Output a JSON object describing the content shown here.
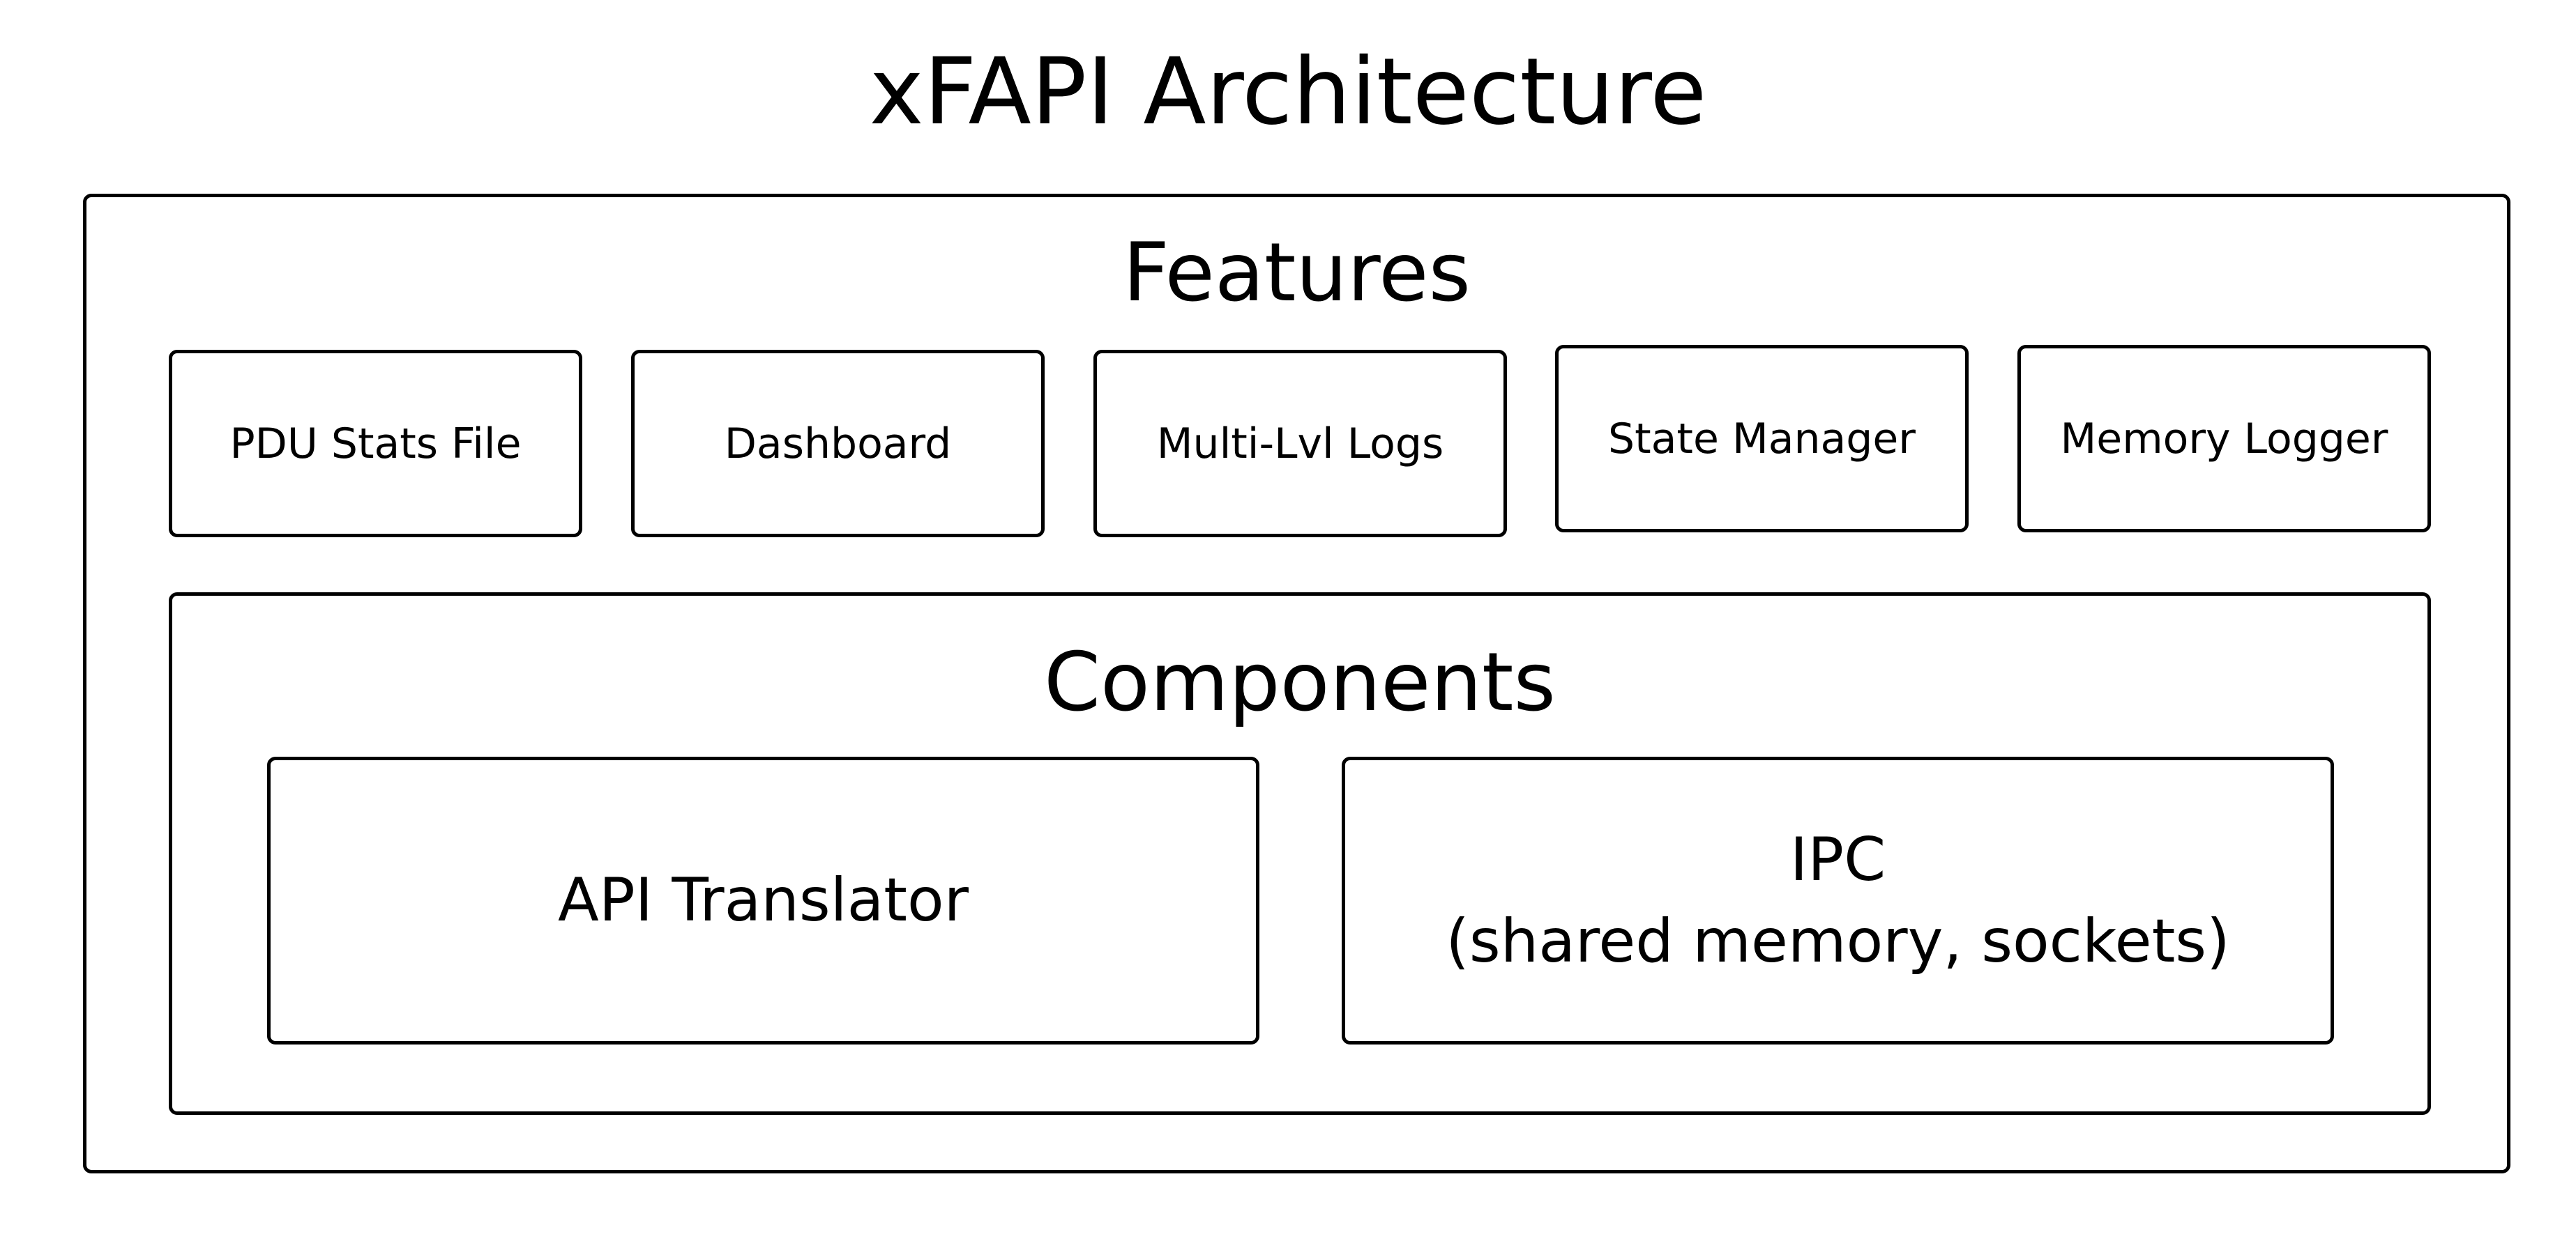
{
  "diagram": {
    "title": "xFAPI Architecture",
    "features": {
      "title": "Features",
      "items": [
        {
          "label": "PDU Stats File"
        },
        {
          "label": "Dashboard"
        },
        {
          "label": "Multi-Lvl Logs"
        },
        {
          "label": "State Manager"
        },
        {
          "label": "Memory Logger"
        }
      ]
    },
    "components": {
      "title": "Components",
      "items": [
        {
          "label": "API Translator"
        },
        {
          "label": "IPC",
          "sublabel": "(shared memory, sockets)"
        }
      ]
    }
  }
}
